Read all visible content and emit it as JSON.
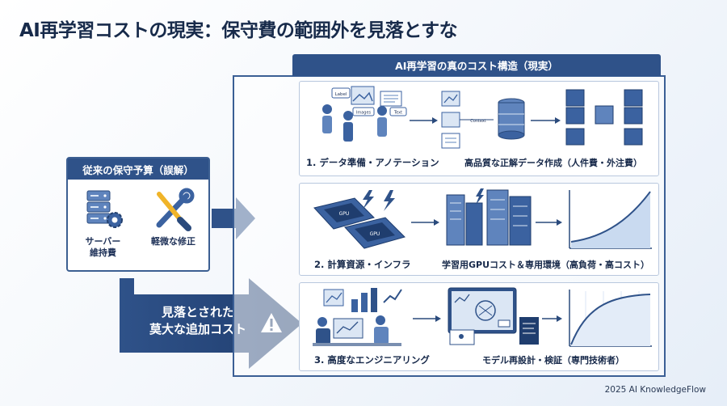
{
  "title": "AI再学習コストの現実：保守費の範囲外を見落とすな",
  "legacy": {
    "header": "従来の保守予算（誤解）",
    "items": [
      {
        "icon": "server-gear-icon",
        "label_line1": "サーバー",
        "label_line2": "維持費"
      },
      {
        "icon": "wrench-screwdriver-icon",
        "label_line1": "軽微な修正",
        "label_line2": ""
      }
    ]
  },
  "hidden_cost": {
    "line1": "見落とされた",
    "line2": "莫大な追加コスト",
    "icon": "warning-icon"
  },
  "true_cost": {
    "header": "AI再学習の真のコスト構造（現実）",
    "rows": [
      {
        "label": "1. データ準備・アノテーション",
        "detail": "高品質な正解データ作成（人件費・外注費）",
        "icon_texts": {
          "label": "Label",
          "images": "Images",
          "text": "Text",
          "context": "Context"
        }
      },
      {
        "label": "2. 計算資源・インフラ",
        "detail": "学習用GPUコスト＆専用環境（高負荷・高コスト）",
        "icon_texts": {
          "chip1": "GPU",
          "chip2": "GPU"
        }
      },
      {
        "label": "3. 高度なエンジニアリング",
        "detail": "モデル再設計・検証（専門技術者）"
      }
    ]
  },
  "footer": "2025 AI KnowledgeFlow",
  "colors": {
    "navy": "#2f5289",
    "accent": "#3b62a0",
    "light": "#dbe6f4"
  }
}
